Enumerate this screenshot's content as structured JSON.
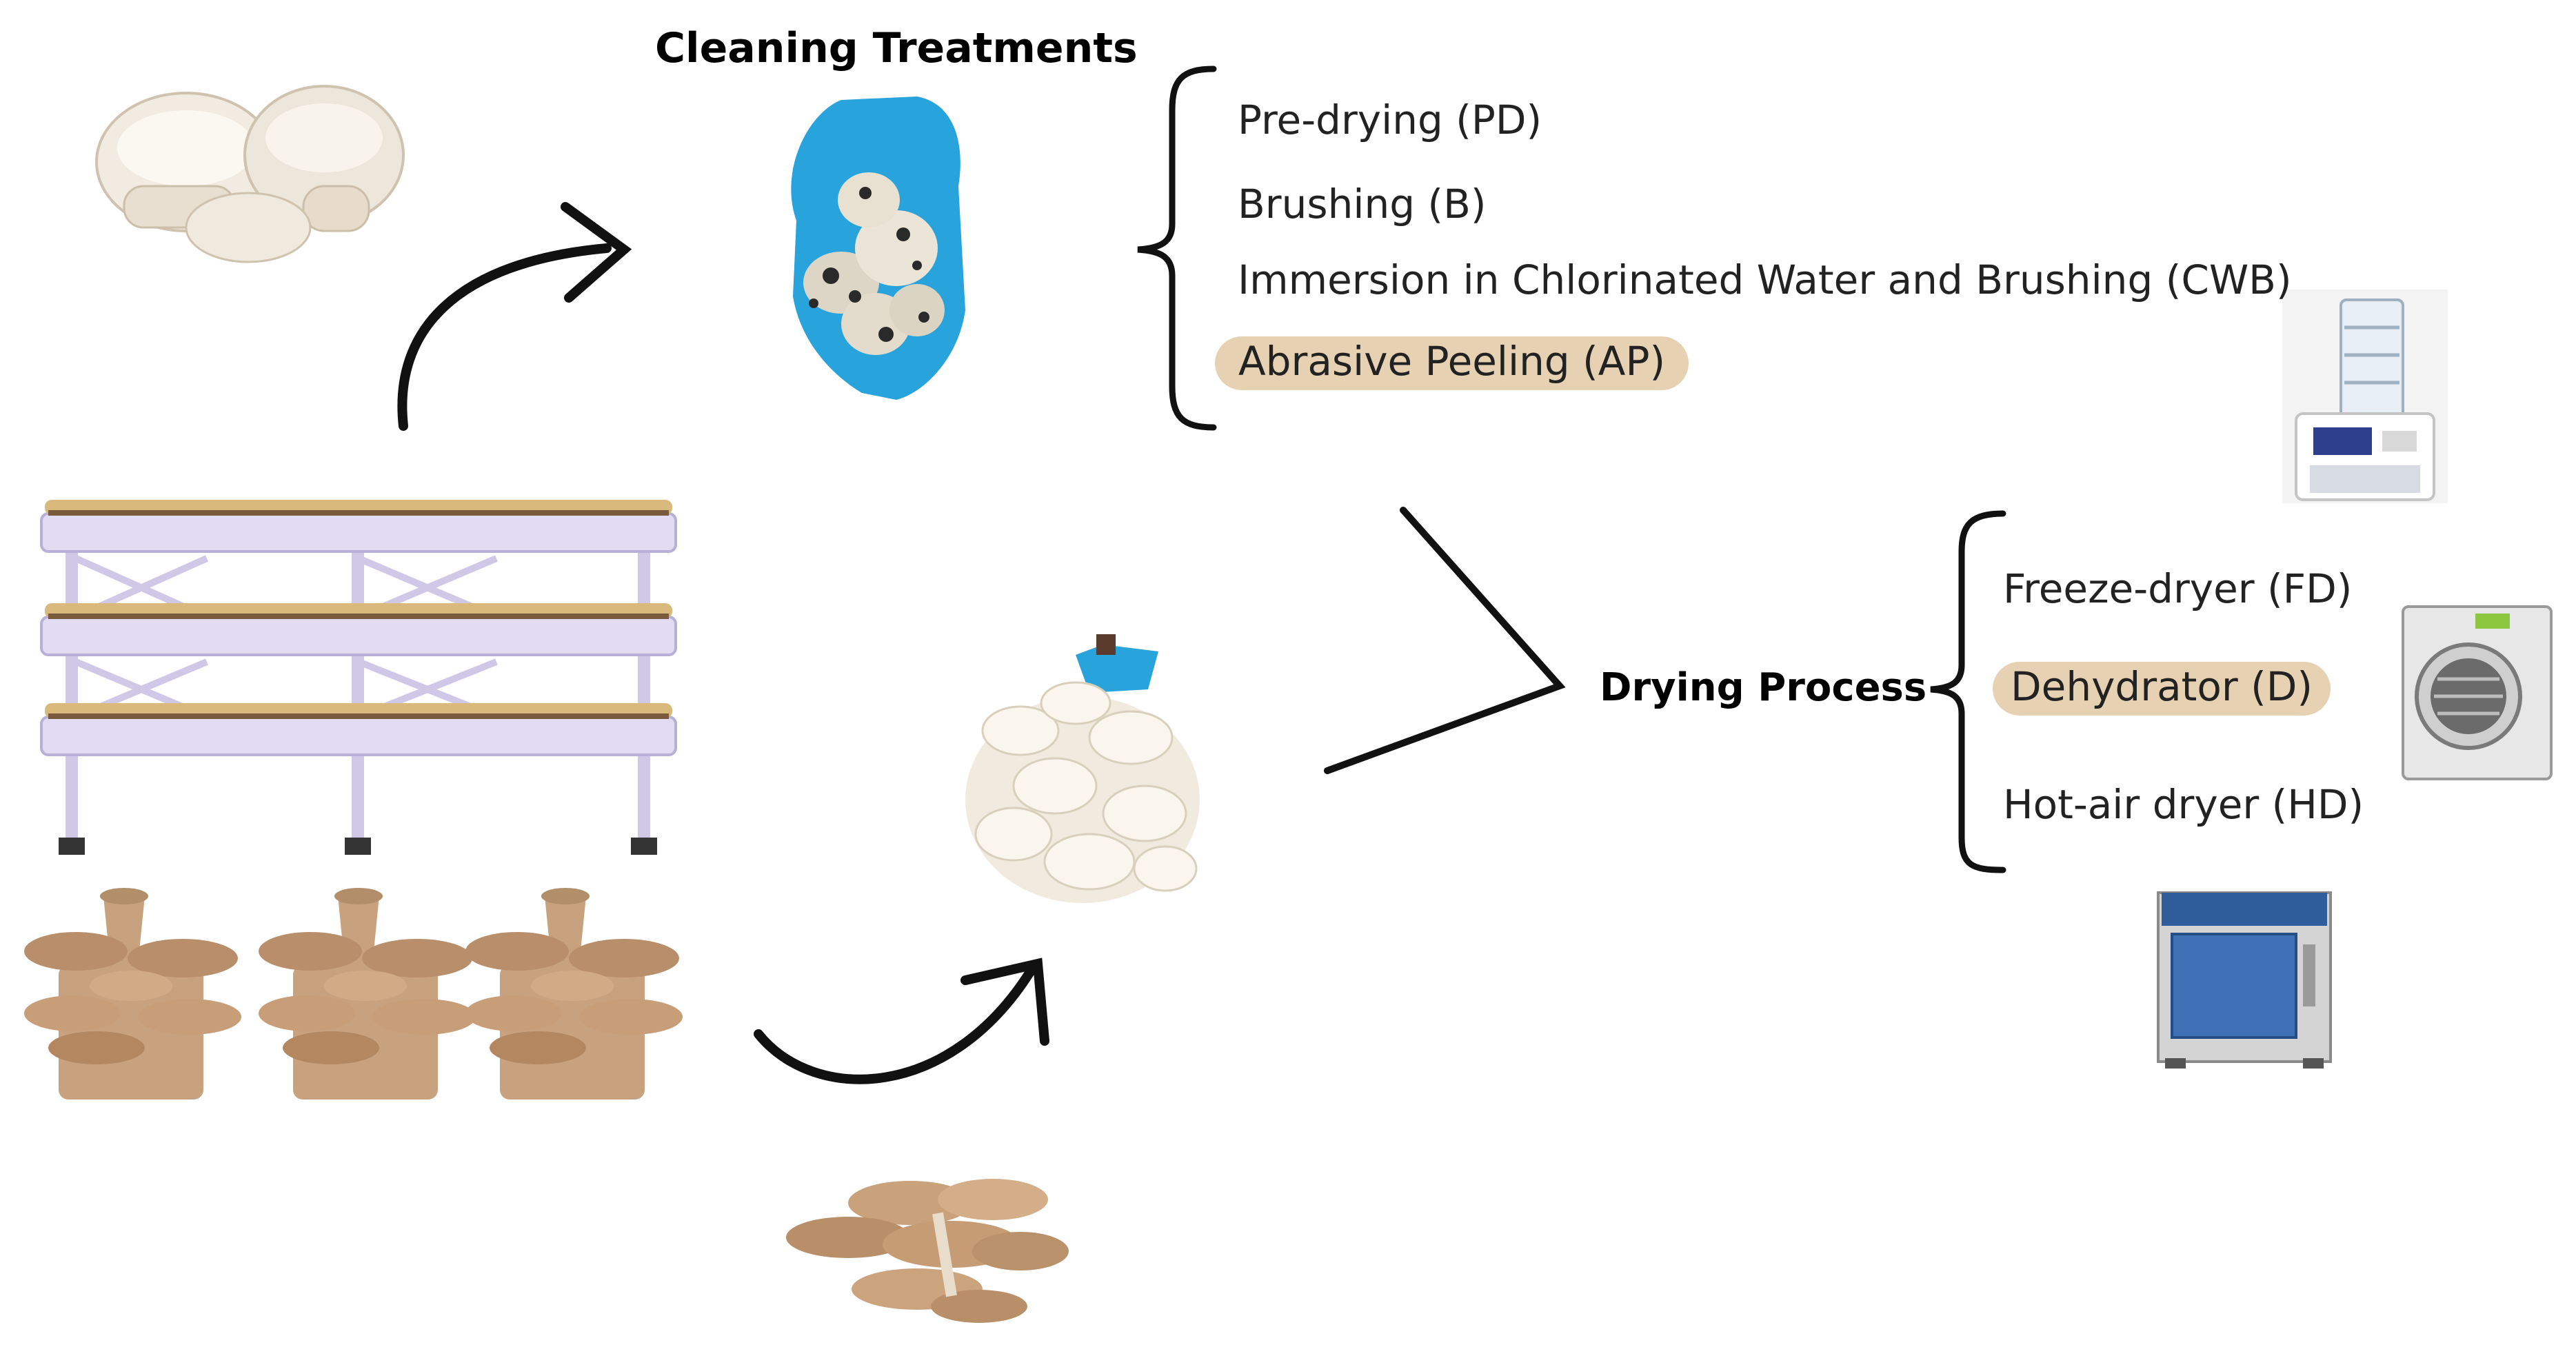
{
  "cleaning": {
    "title": "Cleaning Treatments",
    "items": [
      "Pre-drying (PD)",
      "Brushing (B)",
      "Immersion in Chlorinated Water and Brushing (CWB)",
      "Abrasive Peeling (AP)"
    ],
    "highlight_index": 3
  },
  "drying": {
    "title": "Drying Process",
    "items": [
      "Freeze-dryer (FD)",
      "Dehydrator (D)",
      "Hot-air dryer (HD)"
    ],
    "highlight_index": 1
  },
  "colors": {
    "highlight": "#e6d2b2",
    "text": "#222222",
    "title": "#000000",
    "line": "#111111",
    "glove": "#29a3db",
    "mushroom_white": "#efe8dc",
    "oyster_brown": "#c9a27c",
    "bag": "#c8a27f",
    "shelf": "#d6d0ea",
    "oven_door": "#3f6fb5"
  },
  "icons": [
    "button-mushroom-icon",
    "mushroom-growing-shelf-icon",
    "oyster-mushroom-bags-icon",
    "gloved-hand-dirty-mushrooms-icon",
    "gloved-hand-oyster-mushroom-icon",
    "oyster-mushroom-cluster-icon",
    "lab-freeze-dryer-icon",
    "home-freeze-dryer-icon",
    "hot-air-oven-icon"
  ]
}
